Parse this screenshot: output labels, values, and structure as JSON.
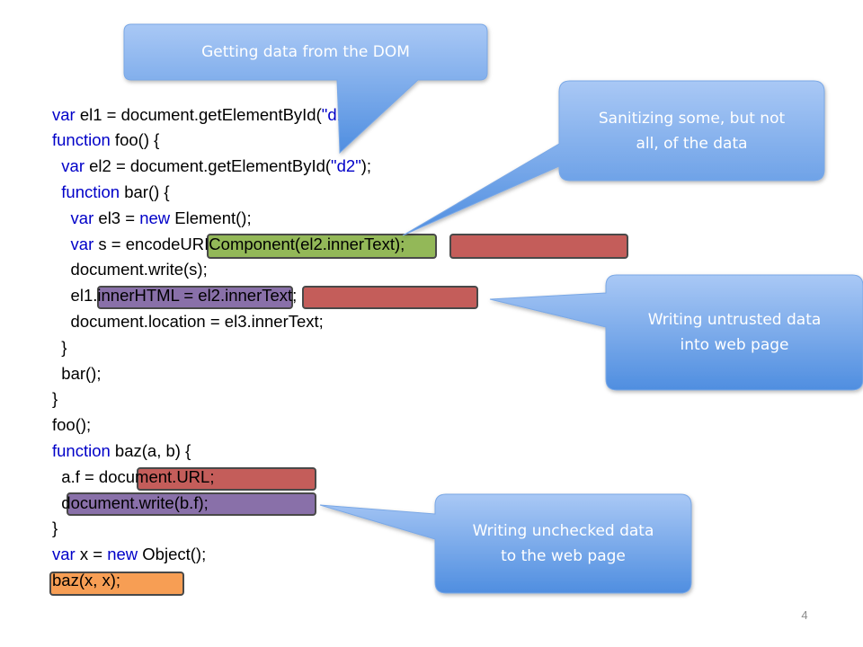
{
  "callouts": {
    "dom": "Getting data from the DOM",
    "sanitizing_l1": "Sanitizing some, but not",
    "sanitizing_l2": "all, of the data",
    "untrusted_l1": "Writing untrusted data",
    "untrusted_l2": "into web page",
    "unchecked_l1": "Writing unchecked data",
    "unchecked_l2": "to the web page"
  },
  "code": {
    "l1a": "var",
    "l1b": " el1 = document.getElementById(",
    "l1c": "\"d1\"",
    "l1d": ");",
    "l2a": "function",
    "l2b": " foo() {",
    "l3a": "  var",
    "l3b": " el2 = document.getElementById(",
    "l3c": "\"d2\"",
    "l3d": ");",
    "l4a": "  function",
    "l4b": " bar() {",
    "l5a": "    var",
    "l5b": " el3 = ",
    "l5c": "new",
    "l5d": " Element();",
    "l6a": "    var",
    "l6b": " s = encodeURIComponent(el2.innerText);",
    "l7": "    document.write(s);",
    "l8": "    el1.innerHTML = el2.innerText;",
    "l9": "    document.location = el3.innerText;",
    "l10": "  }",
    "l11": "  bar();",
    "l12": "}",
    "l13": "foo();",
    "l14a": "function",
    "l14b": " baz(a, b) {",
    "l15": "  a.f = document.URL;",
    "l16": "  document.write(b.f);",
    "l17": "}",
    "l18a": "var",
    "l18b": " x = ",
    "l18c": "new",
    "l18d": " Object();",
    "l19": "baz(x, x);"
  },
  "page_number": "4",
  "colors": {
    "callout_top": "#a9c8f5",
    "callout_bottom": "#4f8ee0",
    "highlight_green": "#8ab34a",
    "highlight_red": "#c0504d",
    "highlight_purple": "#8064a2",
    "highlight_orange": "#f79646",
    "keyword": "#0000c8"
  }
}
